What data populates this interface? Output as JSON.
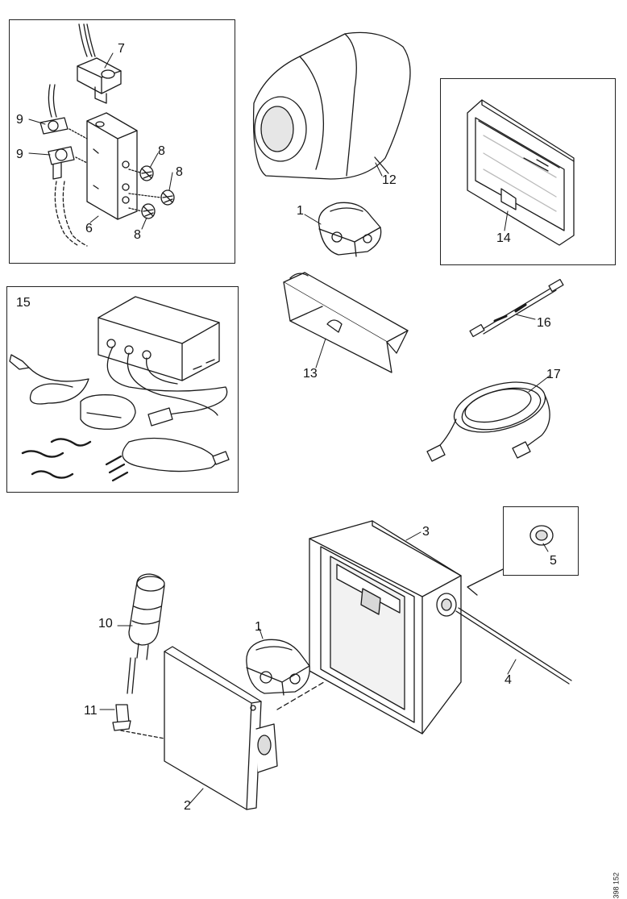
{
  "callouts": {
    "c1a": "1",
    "c1b": "1",
    "c2": "2",
    "c3": "3",
    "c4": "4",
    "c5": "5",
    "c6": "6",
    "c7": "7",
    "c8a": "8",
    "c8b": "8",
    "c8c": "8",
    "c9a": "9",
    "c9b": "9",
    "c10": "10",
    "c11": "11",
    "c12": "12",
    "c13": "13",
    "c14": "14",
    "c15": "15",
    "c16": "16",
    "c17": "17"
  },
  "figure_code": "398 152",
  "colors": {
    "line": "#1a1a1a",
    "fill": "#ffffff",
    "shade": "#cfcfcf"
  }
}
